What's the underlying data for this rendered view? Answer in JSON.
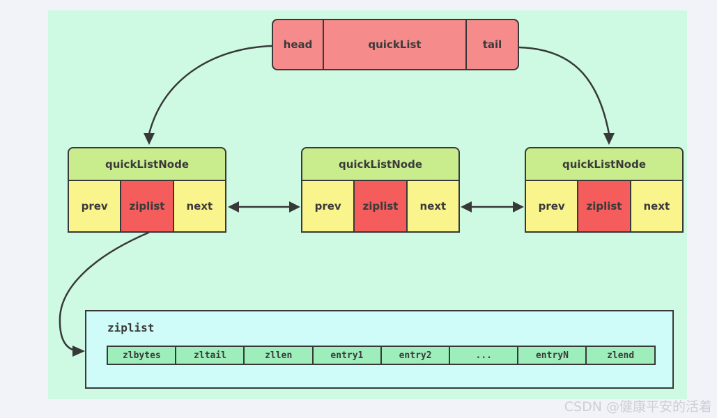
{
  "watermark": "CSDN @健康平安的活着",
  "quicklist": {
    "head_label": "head",
    "title": "quickList",
    "tail_label": "tail"
  },
  "nodes": [
    {
      "title": "quickListNode",
      "cells": [
        "prev",
        "ziplist",
        "next"
      ]
    },
    {
      "title": "quickListNode",
      "cells": [
        "prev",
        "ziplist",
        "next"
      ]
    },
    {
      "title": "quickListNode",
      "cells": [
        "prev",
        "ziplist",
        "next"
      ]
    }
  ],
  "ziplist": {
    "label": "ziplist",
    "cells": [
      "zlbytes",
      "zltail",
      "zllen",
      "entry1",
      "entry2",
      "...",
      "entryN",
      "zlend"
    ]
  },
  "colors": {
    "page_bg": "#F2F3F8",
    "canvas_bg": "#CEFAE3",
    "quicklist_fill": "#F58B8B",
    "node_header_fill": "#C9ED8D",
    "node_cell_fill": "#FAF48C",
    "ziplist_cell_fill": "#F55C5C",
    "ziplist_box_fill": "#CFFCF8",
    "ziplist_row_fill": "#9DEEBB",
    "border": "#383838",
    "watermark_text": "#CDCED6"
  }
}
